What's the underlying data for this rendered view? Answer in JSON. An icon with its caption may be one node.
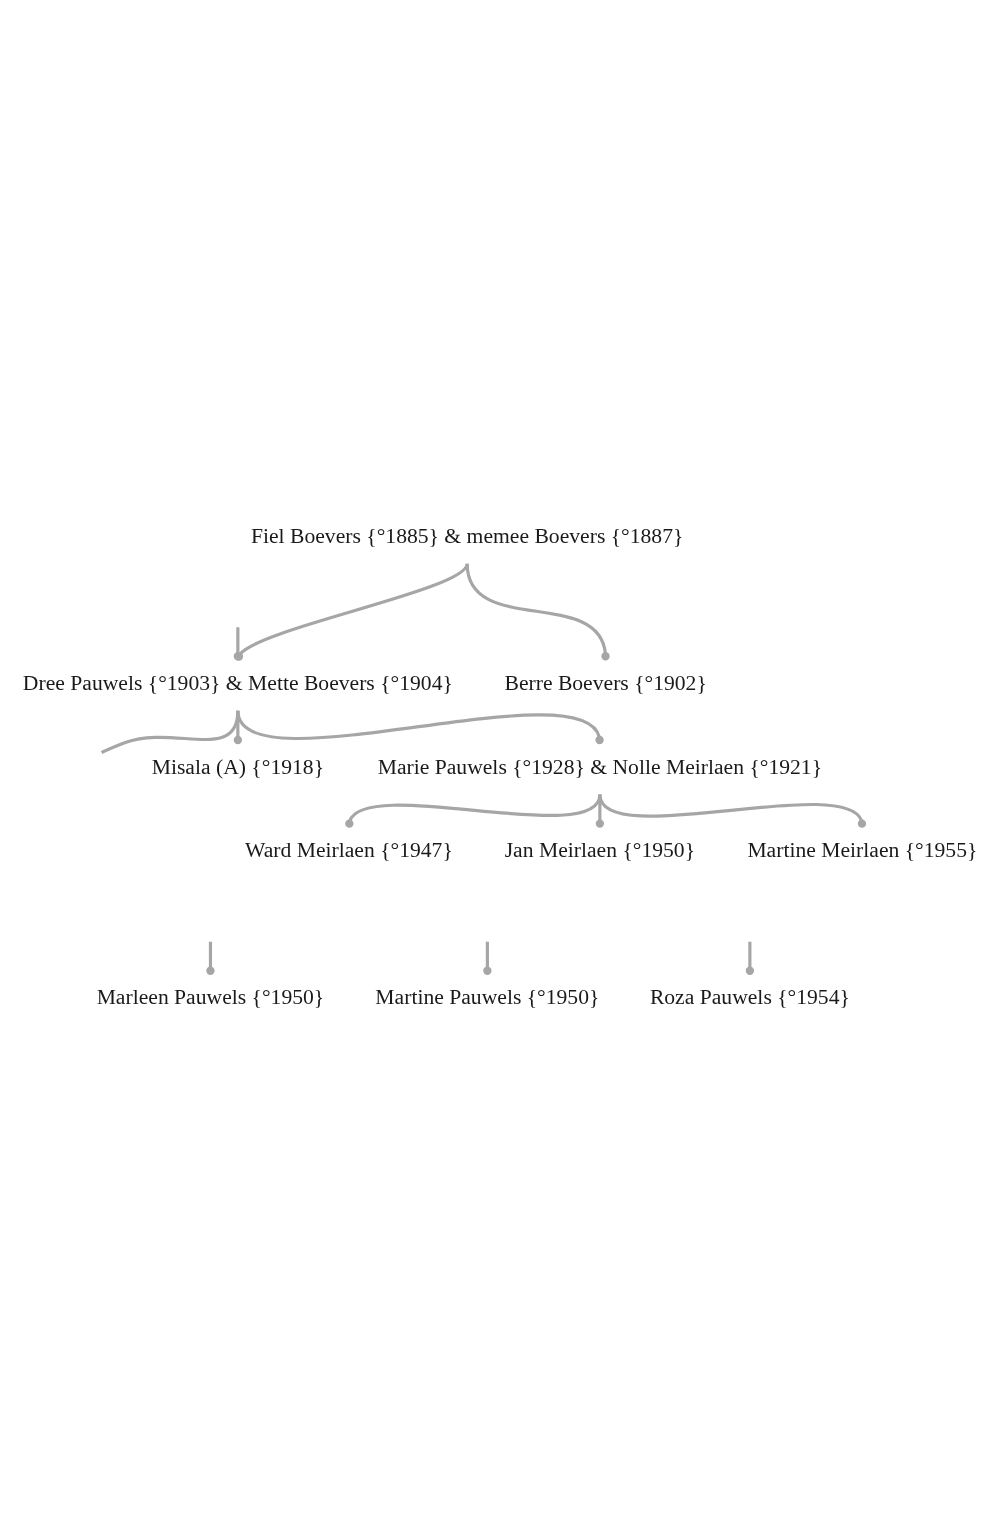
{
  "diagram": {
    "nodes": [
      {
        "text": [
          "Fiel Boevers {°1885} & memee Boevers {°1887}"
        ]
      },
      {
        "text": [
          "Dree Pauwels {°1903} & Mette Boevers {°1904}"
        ]
      },
      {
        "text": [
          "Berre Boevers {°1902}"
        ]
      },
      {
        "text": [
          "Misala (A) {°1918}"
        ]
      },
      {
        "text": [
          "Marie Pauwels {°1928} & Nolle Meirlaen {°1921}"
        ]
      },
      {
        "text": [
          "Ward Meirlaen {°1947}"
        ]
      },
      {
        "text": [
          "Jan Meirlaen {°1950}"
        ]
      },
      {
        "text": [
          "Martine Meirlaen {°1955}"
        ]
      },
      {
        "text": [
          "Marleen Pauwels {°1950}"
        ]
      },
      {
        "text": [
          "Martine Pauwels {°1950}"
        ]
      },
      {
        "text": [
          "Roza Pauwels {°1954}"
        ]
      }
    ],
    "edges": [
      {
        "from": 0,
        "to": 1,
        "arrow": "other"
      },
      {
        "from": 0,
        "to": 2,
        "arrow": "other"
      },
      {
        "from": 1,
        "to": null,
        "arrow": "none"
      },
      {
        "from": null,
        "to": 1,
        "arrow": "other"
      },
      {
        "from": 1,
        "to": 3,
        "arrow": "other"
      },
      {
        "from": 1,
        "to": 4,
        "arrow": "other"
      },
      {
        "from": 4,
        "to": 5,
        "arrow": "other"
      },
      {
        "from": 4,
        "to": 6,
        "arrow": "other"
      },
      {
        "from": 4,
        "to": 7,
        "arrow": "other"
      },
      {
        "from": null,
        "to": 8,
        "arrow": "other"
      },
      {
        "from": null,
        "to": 9,
        "arrow": "other"
      },
      {
        "from": null,
        "to": 10,
        "arrow": "other"
      }
    ]
  }
}
